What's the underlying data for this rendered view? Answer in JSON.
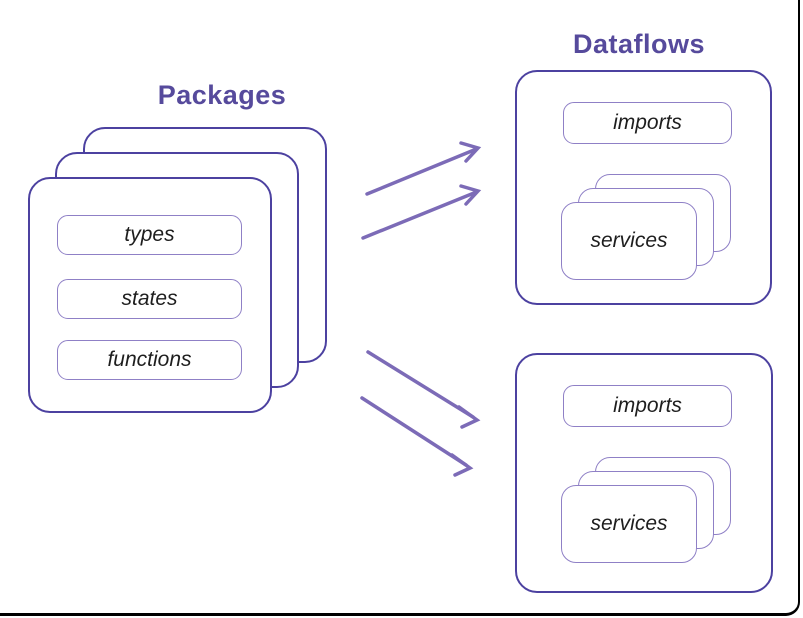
{
  "colors": {
    "title_text": "#564a9c",
    "card_border": "#4c41a0",
    "inner_border": "#8f80c6",
    "arrow": "#7c6bb7",
    "label_text": "#1e1e1e",
    "frame": "#000000",
    "background": "#ffffff"
  },
  "packages": {
    "title": "Packages",
    "stack_depth": 3,
    "items": [
      "types",
      "states",
      "functions"
    ]
  },
  "dataflows": {
    "title": "Dataflows",
    "groups": [
      {
        "imports": "imports",
        "services": "services",
        "services_stack_depth": 3
      },
      {
        "imports": "imports",
        "services": "services",
        "services_stack_depth": 3
      }
    ]
  },
  "arrows": {
    "count": 4,
    "description": "packages-stack to each dataflow group, two arrows per group"
  }
}
